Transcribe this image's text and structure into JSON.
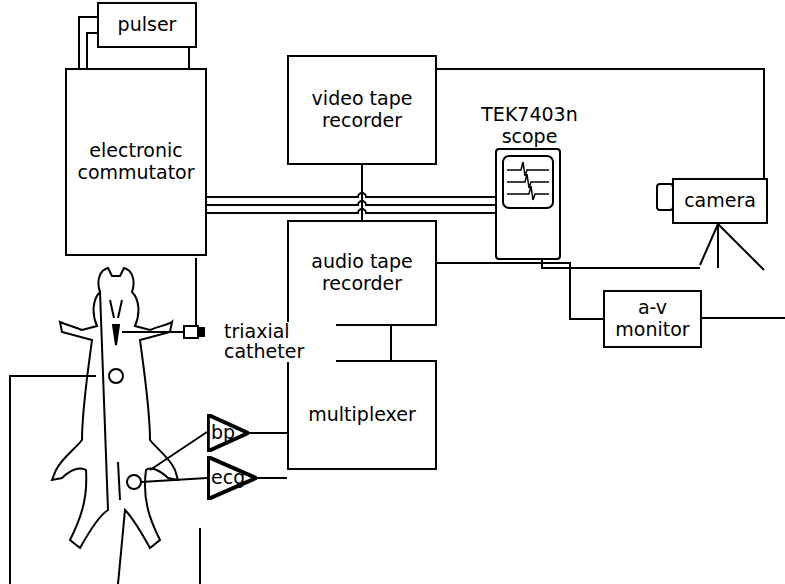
{
  "diagram": {
    "nodes": [
      {
        "text": [
          "pulser"
        ]
      },
      {
        "text": [
          "electronic commutator"
        ]
      },
      {
        "text": [
          "video tape recorder"
        ]
      },
      {
        "text": [
          "TEK7403n scope"
        ]
      },
      {
        "text": [
          "camera"
        ]
      },
      {
        "text": [
          "audio tape recorder"
        ]
      },
      {
        "text": [
          "multiplexer"
        ]
      },
      {
        "text": [
          "a-v monitor"
        ]
      },
      {
        "text": [
          "bp"
        ]
      },
      {
        "text": [
          "ecg"
        ]
      }
    ],
    "edges": [
      {
        "from": 0,
        "to": 1,
        "arrow": "none"
      },
      {
        "from": 1,
        "to": 3,
        "arrow": "none"
      },
      {
        "from": 2,
        "to": 4,
        "arrow": "none"
      },
      {
        "from": 2,
        "to": 5,
        "arrow": "none"
      },
      {
        "from": 5,
        "to": 6,
        "arrow": "none"
      },
      {
        "from": 5,
        "to": 7,
        "arrow": "none"
      },
      {
        "from": 8,
        "to": 6,
        "arrow": "none"
      },
      {
        "from": 9,
        "to": 6,
        "arrow": "none"
      }
    ],
    "labels": [
      "triaxial catheter"
    ]
  }
}
